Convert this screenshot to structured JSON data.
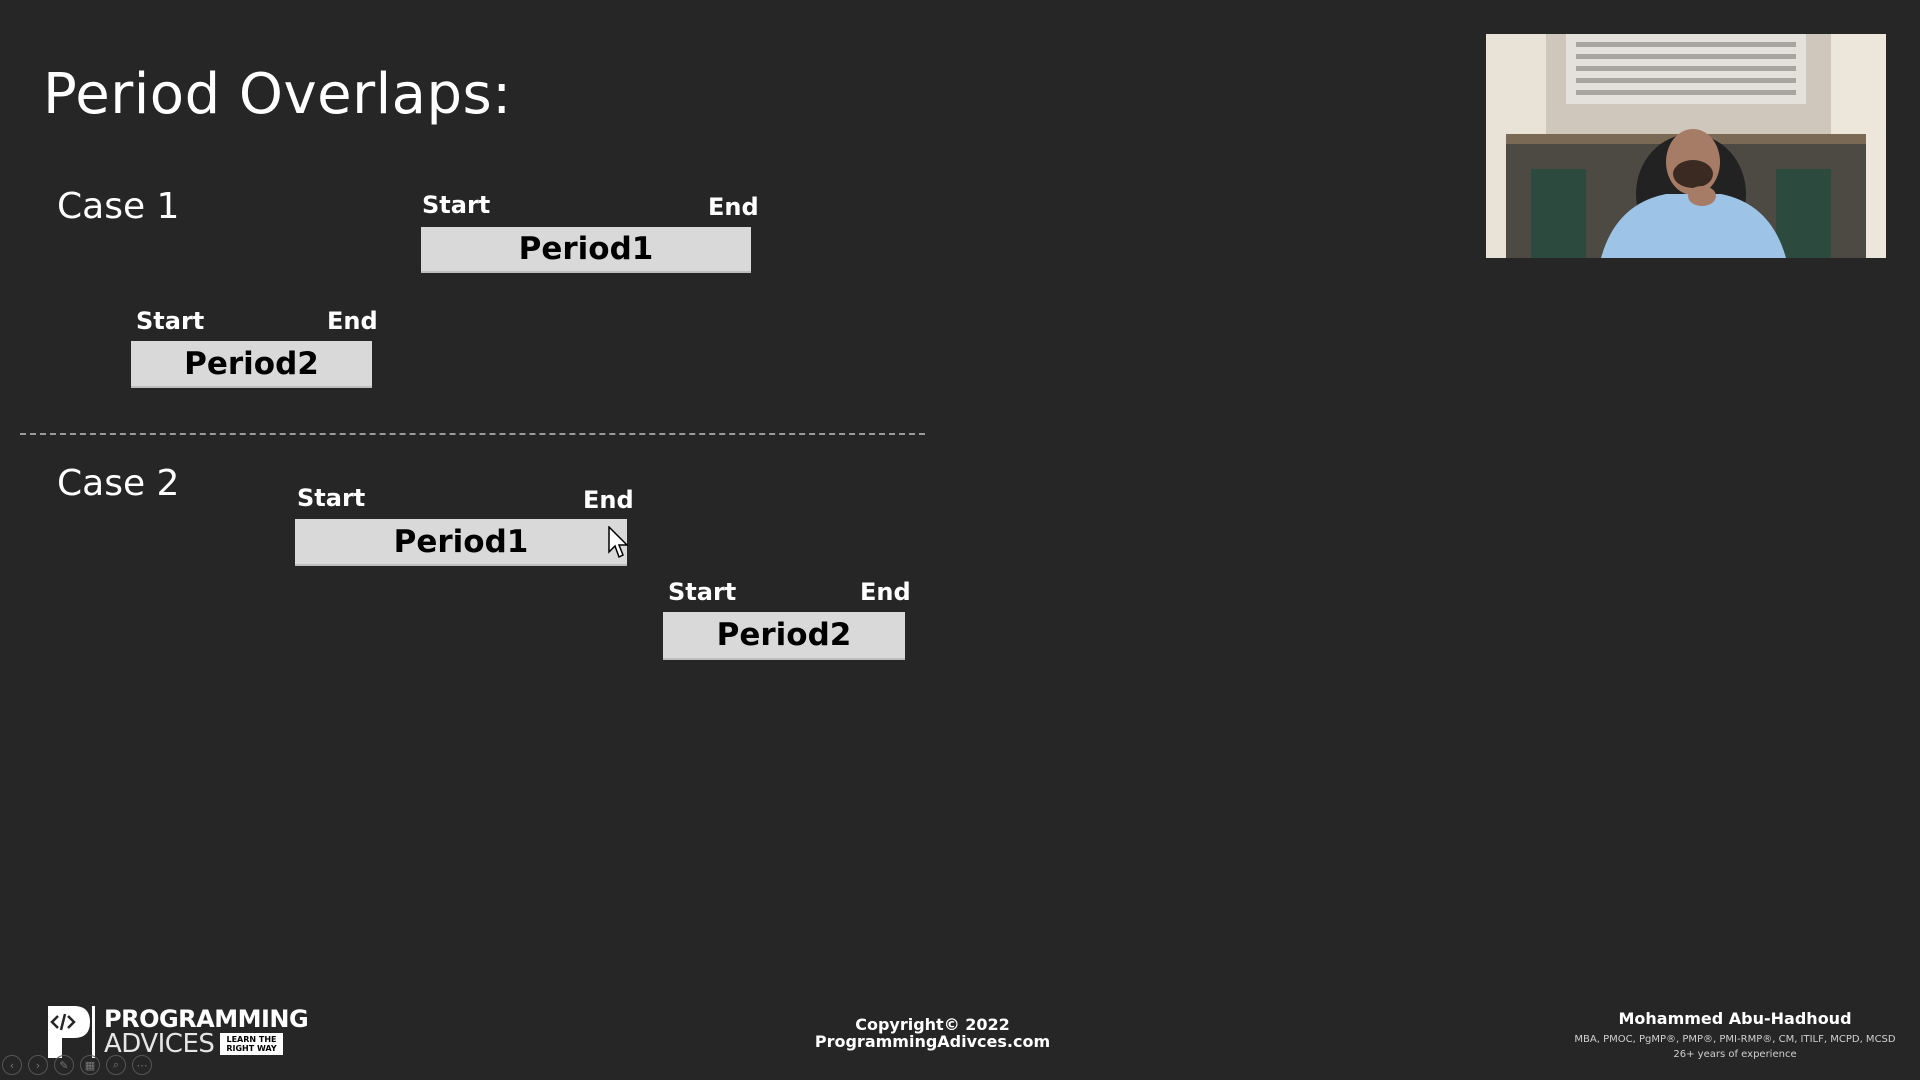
{
  "slide": {
    "title": "Period Overlaps:"
  },
  "case1": {
    "label": "Case 1",
    "period1": {
      "start_label": "Start",
      "end_label": "End",
      "name": "Period1"
    },
    "period2": {
      "start_label": "Start",
      "end_label": "End",
      "name": "Period2"
    }
  },
  "case2": {
    "label": "Case 2",
    "period1": {
      "start_label": "Start",
      "end_label": "End",
      "name": "Period1"
    },
    "period2": {
      "start_label": "Start",
      "end_label": "End",
      "name": "Period2"
    }
  },
  "footer": {
    "copyright": "Copyright© 2022",
    "website": "ProgrammingAdivces.com",
    "author_name": "Mohammed Abu-Hadhoud",
    "author_credentials": "MBA, PMOC, PgMP®, PMP®, PMI-RMP®, CM, ITILF, MCPD, MCSD",
    "author_experience": "26+ years of experience"
  },
  "logo": {
    "line1": "PROGRAMMING",
    "line2": "ADVICES",
    "tagline_1": "LEARN THE",
    "tagline_2": "RIGHT WAY"
  },
  "controls": {
    "icons": [
      "prev-icon",
      "next-icon",
      "pen-icon",
      "slides-icon",
      "zoom-icon",
      "more-icon"
    ]
  },
  "colors": {
    "background": "#262626",
    "period_box": "#d9d9d9",
    "text": "#ffffff"
  }
}
